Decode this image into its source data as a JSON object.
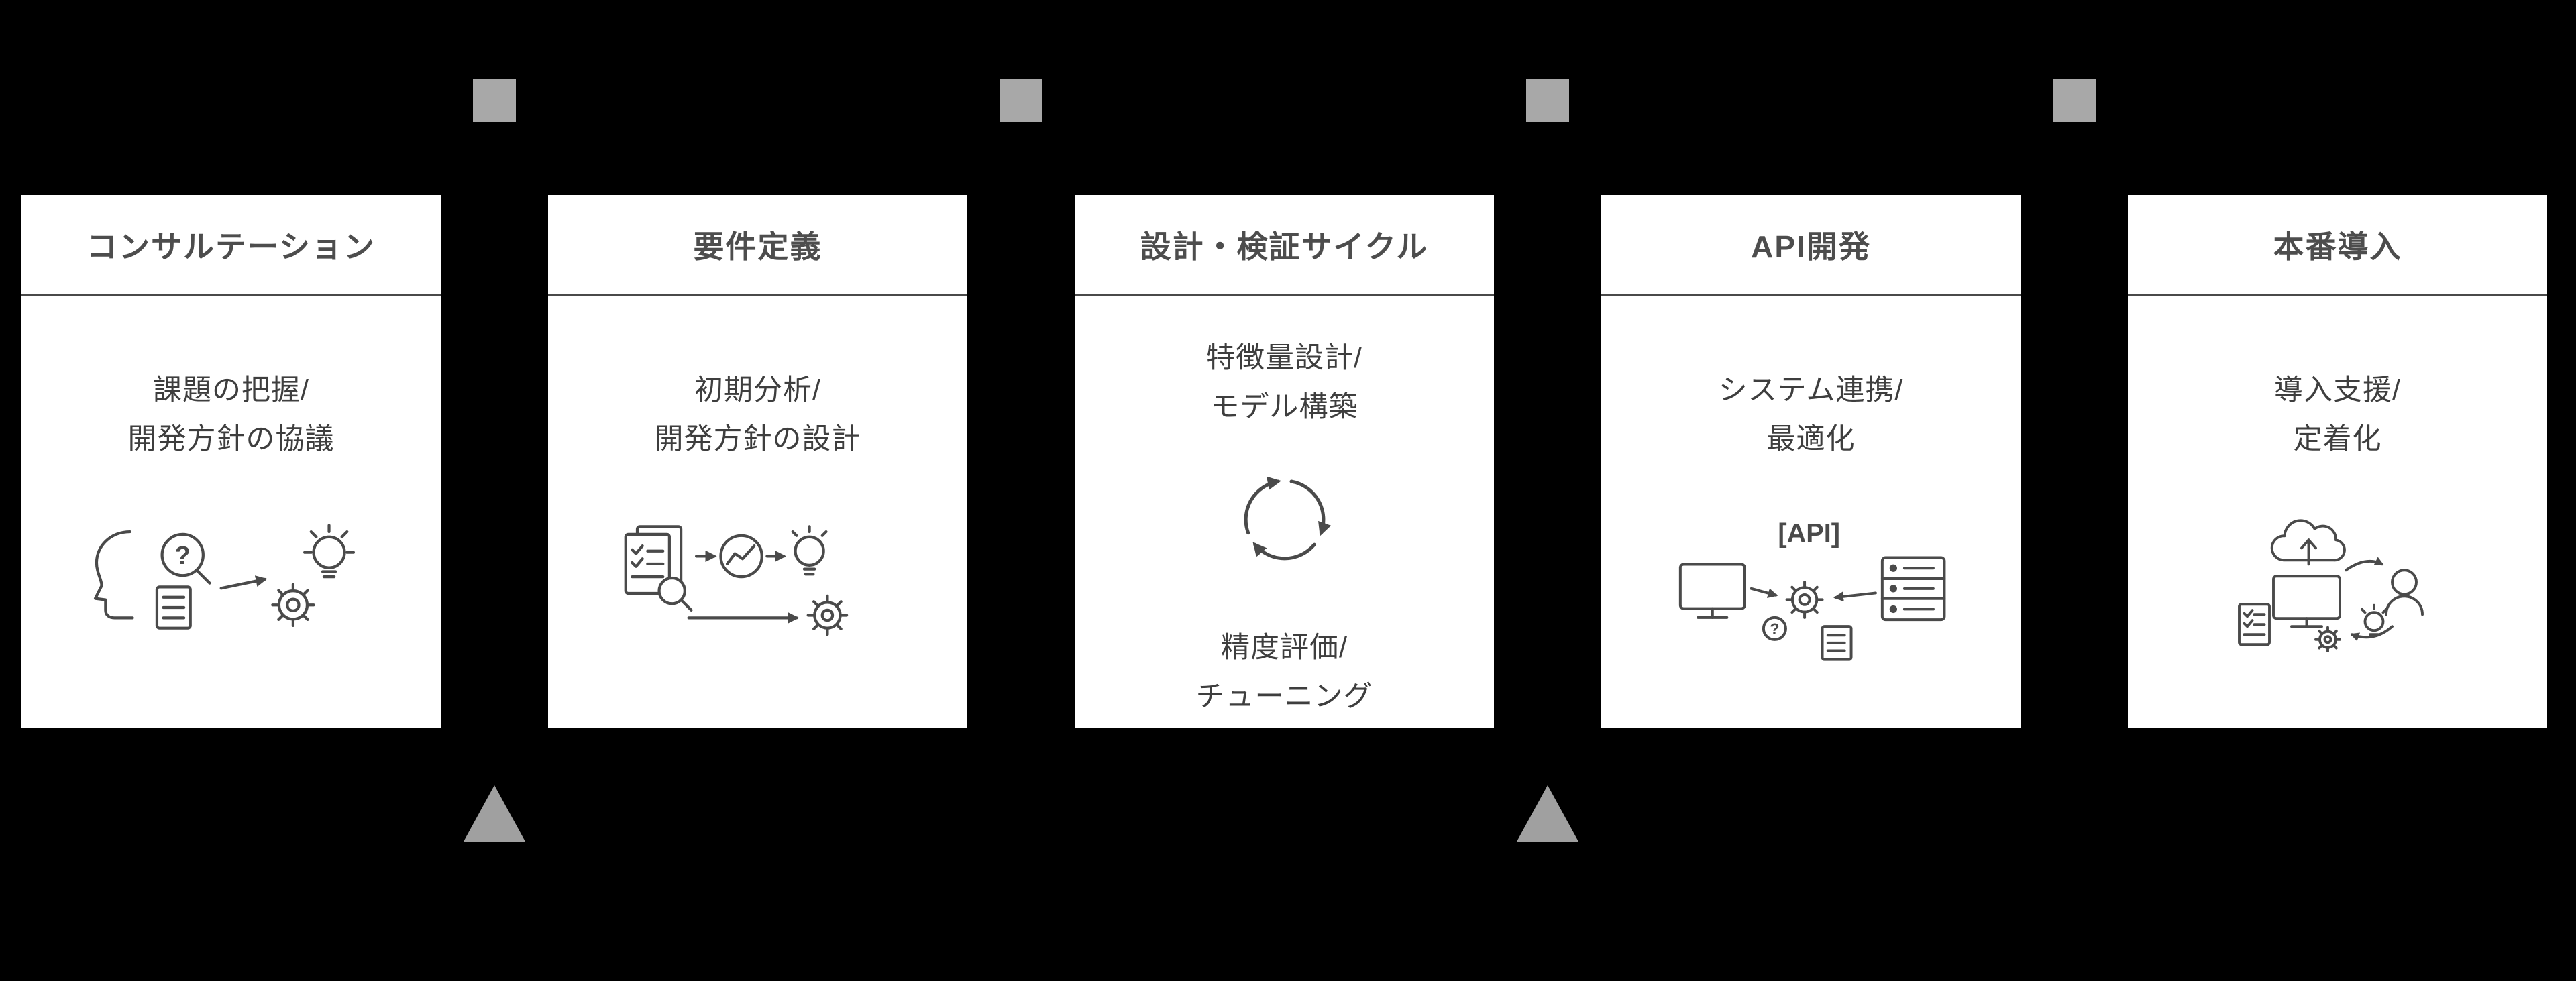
{
  "palette": {
    "background": "#000000",
    "card_background": "#ffffff",
    "title_text": "#4d4d4d",
    "body_text": "#3e3e3e",
    "divider": "#4a4a4a",
    "icon_stroke": "#4a4a4a",
    "square_marker": "#a8a8a8",
    "triangle_marker": "#a0a0a0"
  },
  "icon_glyphs": {
    "question_mark": "?",
    "api_label": "[API]"
  },
  "steps": [
    {
      "title": "コンサルテーション",
      "body": "課題の把握/\n開発方針の協議"
    },
    {
      "title": "要件定義",
      "body": "初期分析/\n開発方針の設計"
    },
    {
      "title": "設計・検証サイクル",
      "body_top": "特徴量設計/\nモデル構築",
      "body_bottom": "精度評価/\nチューニング"
    },
    {
      "title": "API開発",
      "body": "システム連携/\n最適化"
    },
    {
      "title": "本番導入",
      "body": "導入支援/\n定着化"
    }
  ]
}
